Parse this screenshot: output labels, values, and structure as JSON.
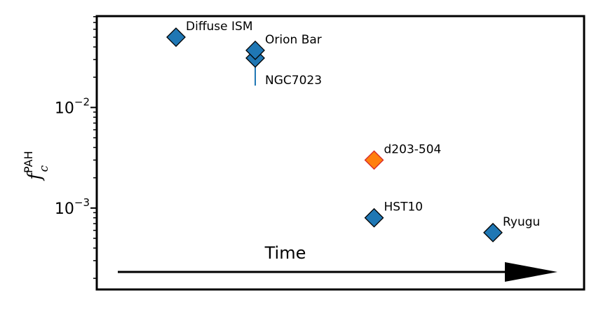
{
  "chart_data": {
    "type": "scatter",
    "title": "",
    "xlabel": "",
    "ylabel": {
      "base": "f",
      "sup": "PAH",
      "sub": "c"
    },
    "yscale": "log",
    "ylim": [
      0.000155,
      0.081
    ],
    "y_ticks": [
      {
        "value": 0.01,
        "base": "10",
        "exp": "−2"
      },
      {
        "value": 0.001,
        "base": "10",
        "exp": "−3"
      }
    ],
    "grid": false,
    "x_axis_ticks": false,
    "points": [
      {
        "label": "Diffuse ISM",
        "x": 1.0,
        "y": 0.05,
        "color": "#1f77b4"
      },
      {
        "label": "Orion Bar",
        "x": 2.0,
        "y": 0.037,
        "color": "#1f77b4"
      },
      {
        "label": "NGC7023",
        "x": 2.0,
        "y": 0.031,
        "y_err_low": 0.0165,
        "color": "#1f77b4"
      },
      {
        "label": "d203-504",
        "x": 3.5,
        "y": 0.003,
        "color": "#ff7f0e"
      },
      {
        "label": "HST10",
        "x": 3.5,
        "y": 0.0008,
        "color": "#1f77b4"
      },
      {
        "label": "Ryugu",
        "x": 5.0,
        "y": 0.00057,
        "color": "#1f77b4"
      }
    ],
    "annotation": {
      "text": "Time",
      "arrow": "left-to-right"
    }
  }
}
